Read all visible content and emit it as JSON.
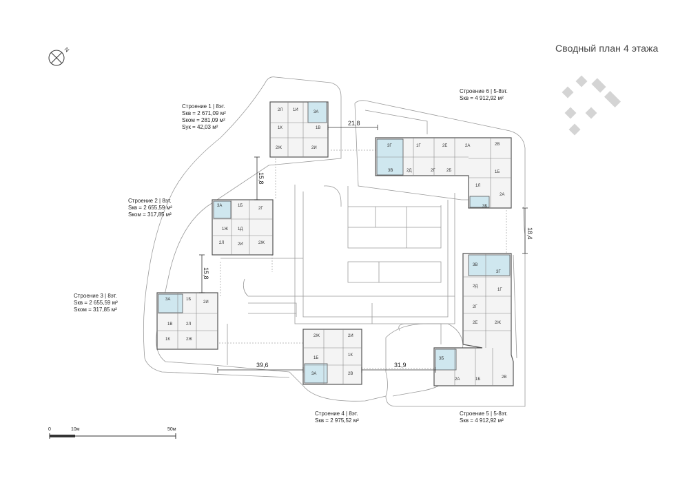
{
  "title": "Сводный план 4 этажа",
  "north": "N",
  "buildings": [
    {
      "id": "b1",
      "name": "Строение 1 | 8эт.",
      "lines": [
        "Sкв = 2 671,09 м²",
        "Sком = 281,09 м²",
        "Sук = 42,03 м²"
      ]
    },
    {
      "id": "b2",
      "name": "Строение 2 | 8эт.",
      "lines": [
        "Sкв = 2 655,59 м²",
        "Sком = 317,85 м²"
      ]
    },
    {
      "id": "b3",
      "name": "Строение 3 | 8эт.",
      "lines": [
        "Sкв = 2 655,59 м²",
        "Sком = 317,85 м²"
      ]
    },
    {
      "id": "b4",
      "name": "Строение 4 | 8эт.",
      "lines": [
        "Sкв = 2 975,52 м²"
      ]
    },
    {
      "id": "b5",
      "name": "Строение 5 | 5-8эт.",
      "lines": [
        "Sкв = 4 912,92 м²"
      ]
    },
    {
      "id": "b6",
      "name": "Строение 6 | 5-8эт.",
      "lines": [
        "Sкв = 4 912,92 м²"
      ]
    }
  ],
  "dimensions": {
    "d1": "21,8",
    "d2": "15,8",
    "d3": "15,8",
    "d4": "18,4",
    "d5": "39,6",
    "d6": "31,9"
  },
  "scale": {
    "zero": "0",
    "mid": "10м",
    "end": "50м"
  },
  "units": {
    "b1": [
      "2Л",
      "1И",
      "3А",
      "1К",
      "1В",
      "2Ж",
      "2И"
    ],
    "b2": [
      "3А",
      "1Б",
      "2Г",
      "1Ж",
      "1Д",
      "2Л",
      "2И",
      "2Ж"
    ],
    "b3": [
      "3А",
      "1Б",
      "2И",
      "1В",
      "2Л",
      "1К",
      "2Ж"
    ],
    "b4": [
      "2Ж",
      "2И",
      "1Б",
      "1К",
      "3А",
      "2В"
    ],
    "b5": [
      "3В",
      "3Г",
      "2Д",
      "2Г",
      "2Е",
      "2Ж",
      "1Г",
      "3Б",
      "2А",
      "1Б",
      "2В"
    ],
    "b6": [
      "3Г",
      "1Г",
      "2Е",
      "2А",
      "2В",
      "3В",
      "2Д",
      "2Г",
      "2Б",
      "1Б",
      "1Л",
      "2А",
      "3Б"
    ]
  }
}
